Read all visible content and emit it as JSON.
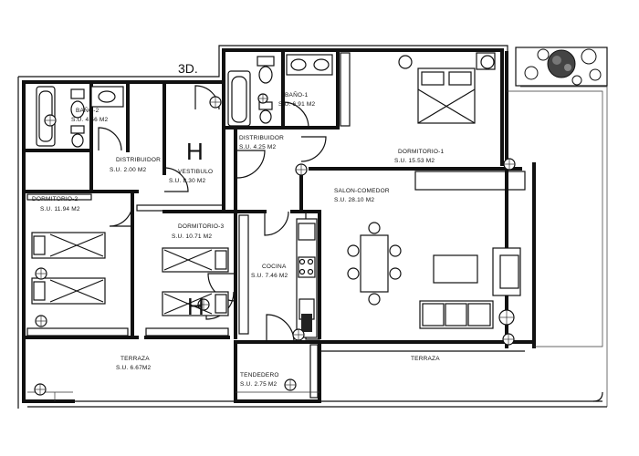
{
  "plan": {
    "unit_code": "3D.",
    "core_mark": "H",
    "rooms": [
      {
        "key": "bano2",
        "name": "BAÑO-2",
        "area": "S.U. 4.56 M2"
      },
      {
        "key": "bano1",
        "name": "BAÑO-1",
        "area": "S.U. 6.91 M2"
      },
      {
        "key": "dist_right",
        "name": "DISTRIBUIDOR",
        "area": "S.U. 4.25 M2"
      },
      {
        "key": "dorm1",
        "name": "DORMITORIO-1",
        "area": "S.U. 15.53 M2"
      },
      {
        "key": "dist_left",
        "name": "DISTRIBUIDOR",
        "area": "S.U. 2.00 M2"
      },
      {
        "key": "vestibulo",
        "name": "VESTIBULO",
        "area": "S.U. 8.30 M2"
      },
      {
        "key": "salon",
        "name": "SALON-COMEDOR",
        "area": "S.U. 28.10 M2"
      },
      {
        "key": "dorm2",
        "name": "DORMITORIO-2",
        "area": "S.U. 11.94 M2"
      },
      {
        "key": "dorm3",
        "name": "DORMITORIO-3",
        "area": "S.U. 10.71 M2"
      },
      {
        "key": "cocina",
        "name": "COCINA",
        "area": "S.U. 7.46 M2"
      },
      {
        "key": "terraza_left",
        "name": "TERRAZA",
        "area": "S.U. 6.67M2"
      },
      {
        "key": "terraza_right",
        "name": "TERRAZA",
        "area": ""
      },
      {
        "key": "tendedero",
        "name": "TENDEDERO",
        "area": "S.U. 2.75 M2"
      }
    ]
  }
}
